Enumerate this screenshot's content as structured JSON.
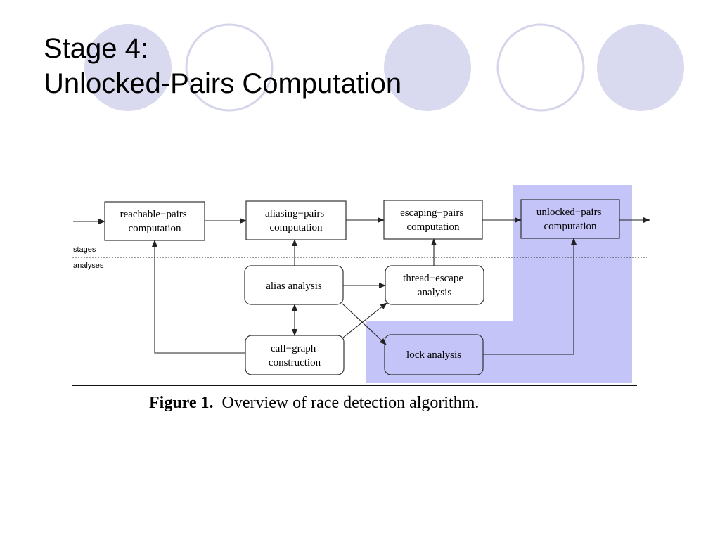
{
  "slide": {
    "title_line1": "Stage 4:",
    "title_line2": "Unlocked-Pairs Computation"
  },
  "theme": {
    "circle_filled": "#d9d9ef",
    "circle_outline": "#d4d4ea",
    "highlight": "#c4c4f8",
    "box_stroke": "#333333"
  },
  "figure": {
    "nodes": {
      "reachable_pairs": [
        "reachable−pairs",
        "computation"
      ],
      "aliasing_pairs": [
        "aliasing−pairs",
        "computation"
      ],
      "escaping_pairs": [
        "escaping−pairs",
        "computation"
      ],
      "unlocked_pairs": [
        "unlocked−pairs",
        "computation"
      ],
      "alias_analysis": [
        "alias analysis"
      ],
      "thread_escape": [
        "thread−escape",
        "analysis"
      ],
      "call_graph": [
        "call−graph",
        "construction"
      ],
      "lock_analysis": [
        "lock analysis"
      ]
    },
    "band_labels": {
      "stages": "stages",
      "analyses": "analyses"
    },
    "caption": {
      "label": "Figure 1.",
      "text": "Overview of race detection algorithm."
    }
  }
}
